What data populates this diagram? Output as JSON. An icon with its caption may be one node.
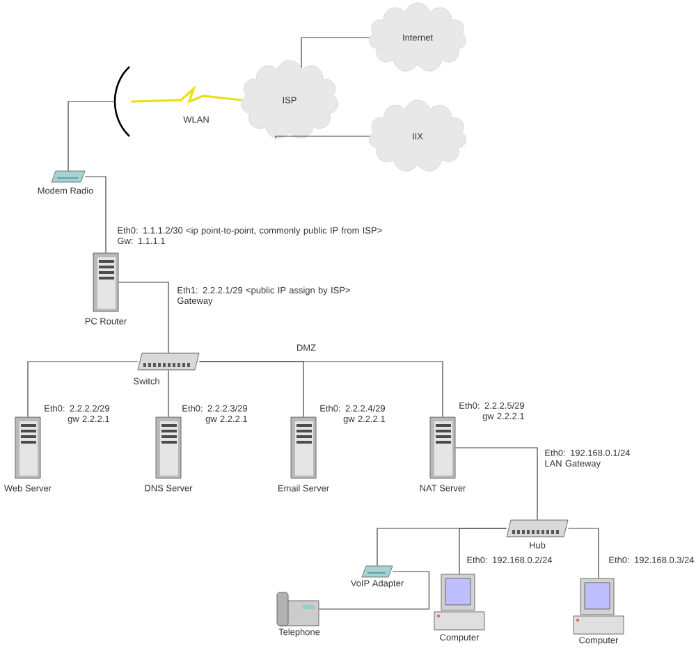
{
  "diagram": {
    "nodes": [
      {
        "text": [],
        "shape": "dish"
      },
      {
        "text": [
          "ISP"
        ]
      },
      {
        "text": [
          "Internet"
        ]
      },
      {
        "text": [
          "IIX"
        ]
      },
      {
        "text": [
          "Modem Radio"
        ]
      },
      {
        "text": [
          "PC Router"
        ],
        "beside": [
          "Eth0: 1.1.1.2/30 <ip point-to-point, commonly public IP from ISP> Gw: 1.1.1.1"
        ]
      },
      {
        "text": [
          "Switch"
        ]
      },
      {
        "text": [
          "Web Server"
        ],
        "beside": [
          "Eth0: 2.2.2.2/29 gw 2.2.2.1"
        ]
      },
      {
        "text": [
          "DNS Server"
        ],
        "beside": [
          "Eth0: 2.2.2.3/29 gw 2.2.2.1"
        ]
      },
      {
        "text": [
          "Email Server"
        ],
        "beside": [
          "Eth0: 2.2.2.4/29 gw 2.2.2.1"
        ]
      },
      {
        "text": [
          "NAT Server"
        ],
        "beside": [
          "Eth0: 2.2.2.5/29 gw 2.2.2.1",
          "Eth0: 192.168.0.1/24 LAN Gateway"
        ]
      },
      {
        "text": [
          "Hub"
        ]
      },
      {
        "text": [
          "VoIP Adapter"
        ]
      },
      {
        "text": [
          "Telephone"
        ]
      },
      {
        "text": [
          "Computer"
        ],
        "beside": [
          "Eth0: 192.168.0.2/24"
        ]
      },
      {
        "text": [
          "Computer"
        ],
        "beside": [
          "Eth0: 192.168.0.3/24"
        ]
      }
    ],
    "edges": [
      {
        "from": 4,
        "to": 0,
        "arrow": "none"
      },
      {
        "from": 0,
        "to": 1,
        "arrow": "none",
        "label": "WLAN",
        "color": "#e8e010"
      },
      {
        "from": 1,
        "to": 2,
        "arrow": "none"
      },
      {
        "from": 1,
        "to": 3,
        "arrow": "none"
      },
      {
        "from": 4,
        "to": 5,
        "arrow": "none"
      },
      {
        "from": 5,
        "to": 6,
        "arrow": "none",
        "label": "Eth1: 2.2.2.1/29 <public IP assign by ISP> Gateway"
      },
      {
        "from": 6,
        "to": 7,
        "arrow": "none"
      },
      {
        "from": 6,
        "to": 8,
        "arrow": "none"
      },
      {
        "from": 6,
        "to": 9,
        "arrow": "none"
      },
      {
        "from": 6,
        "to": 10,
        "arrow": "none"
      },
      {
        "from": 10,
        "to": 11,
        "arrow": "none"
      },
      {
        "from": 11,
        "to": 12,
        "arrow": "none"
      },
      {
        "from": 11,
        "to": 14,
        "arrow": "none"
      },
      {
        "from": 11,
        "to": 15,
        "arrow": "none"
      },
      {
        "from": 12,
        "to": 13,
        "arrow": "none"
      }
    ],
    "labels": [
      "DMZ"
    ]
  }
}
